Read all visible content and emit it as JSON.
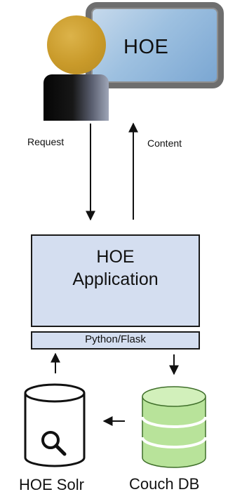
{
  "monitor": {
    "label": "HOE"
  },
  "arrows": {
    "request_label": "Request",
    "content_label": "Content"
  },
  "application": {
    "title_line1": "HOE",
    "title_line2": "Application",
    "stack_label": "Python/Flask"
  },
  "databases": {
    "solr_label": "HOE Solr",
    "couch_label": "Couch DB"
  },
  "colors": {
    "box_fill": "#d4def0",
    "couch_green": "#b8e39a",
    "screen_blue": "#9dc0e0",
    "head_gold": "#c99a2a"
  }
}
